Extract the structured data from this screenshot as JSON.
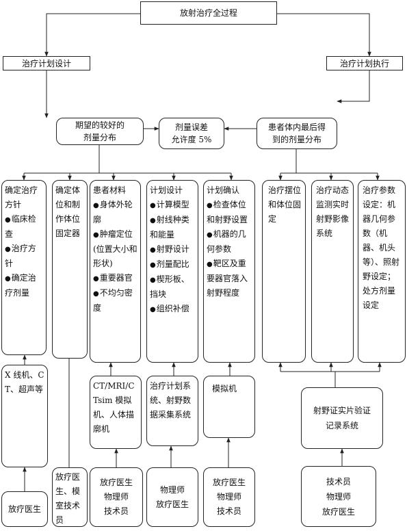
{
  "top": "放射治疗全过程",
  "branches": {
    "left": "治疗计划设计",
    "right": "治疗计划执行"
  },
  "mid": {
    "expected": [
      "期望的较好的",
      "剂量分布"
    ],
    "tolerance": [
      "剂量误差",
      "允许度 5%"
    ],
    "received": [
      "患者体内最后得",
      "到的剂量分布"
    ]
  },
  "columns": [
    {
      "title": "确定治疗方针",
      "items": [
        "临床检查",
        "治疗方针",
        "确定治疗剂量"
      ]
    },
    {
      "title": "确定体位和制作体位固定器",
      "items": []
    },
    {
      "title": "患者材料",
      "items": [
        "身体外轮廓",
        "肿瘤定位(位置大小和形状)",
        "重要器官",
        "不均匀密度"
      ]
    },
    {
      "title": "计划设计",
      "items": [
        "计算模型",
        "射线种类和能量",
        "射野设计",
        "剂量配比",
        "楔形板、挡块",
        "组织补偿"
      ]
    },
    {
      "title": "计划确认",
      "items": [
        "检查体位和射野设置",
        "机器的几何参数",
        "靶区及重要器官落入射野程度"
      ]
    },
    {
      "title": "治疗摆位和体位固定",
      "items": []
    },
    {
      "title": "治疗动态监测实时射野影像系统",
      "items": []
    },
    {
      "title": "治疗参数设定：机器几何参数（机器、机头等）、照射野设定；处方剂量设定",
      "items": []
    }
  ],
  "equipment": [
    "X 线机、CT、超声等",
    "CT/MRI/CTsim 模拟机、人体描廓机",
    "治疗计划系统、射野数据采集系统",
    "模拟机"
  ],
  "verify": "射野证实片验证记录系统",
  "people": [
    [
      "放疗医生"
    ],
    [
      "放疗医生、模室技术员"
    ],
    [
      "放疗医生",
      "物理师",
      "技术员"
    ],
    [
      "物理师",
      "放疗医生"
    ],
    [
      "放疗医生",
      "物理师",
      "技术员"
    ],
    [
      "技术员",
      "物理师",
      "放疗医生"
    ]
  ]
}
